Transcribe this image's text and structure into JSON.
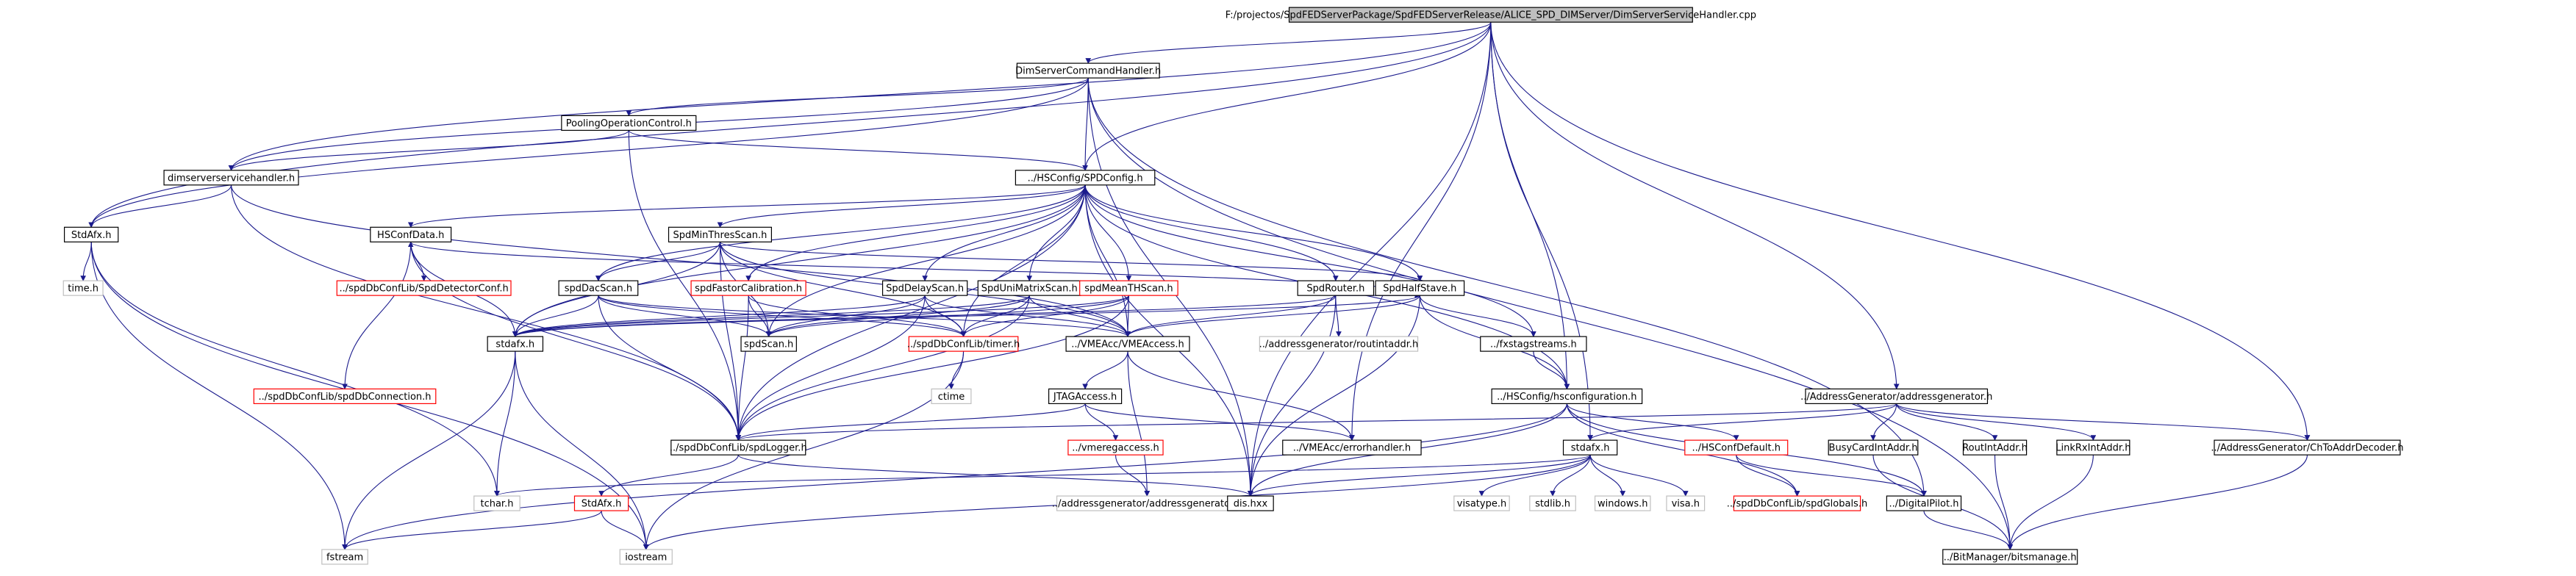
{
  "colors": {
    "edge": "#1a1a8c",
    "root_fill": "#bfbfbf",
    "root_border": "#000000",
    "node_border": "#000000",
    "missing_border": "#ff0000",
    "leaf_border": "#bfbfbf",
    "fill": "#ffffff",
    "text": "#000000"
  },
  "nodes": [
    {
      "id": "root",
      "label": "F:/projectos/SpdFEDServerPackage/SpdFEDServerRelease/ALICE_SPD_DIMServer/DimServerServiceHandler.cpp",
      "kind": "root"
    },
    {
      "id": "dimcmd",
      "label": "DimServerCommandHandler.h",
      "kind": "normal"
    },
    {
      "id": "pooling",
      "label": "PoolingOperationControl.h",
      "kind": "normal"
    },
    {
      "id": "dimsvc",
      "label": "dimserverservicehandler.h",
      "kind": "normal"
    },
    {
      "id": "stdafx1",
      "label": "StdAfx.h",
      "kind": "normal"
    },
    {
      "id": "timeh",
      "label": "time.h",
      "kind": "leaf"
    },
    {
      "id": "spdconfig",
      "label": "../HSConfig/SPDConfig.h",
      "kind": "normal"
    },
    {
      "id": "hsconfdata",
      "label": "HSConfData.h",
      "kind": "normal"
    },
    {
      "id": "spddetconf",
      "label": "../spdDbConfLib/SpdDetectorConf.h",
      "kind": "missing"
    },
    {
      "id": "spddbconn",
      "label": "../spdDbConfLib/spdDbConnection.h",
      "kind": "missing"
    },
    {
      "id": "spdminthres",
      "label": "SpdMinThresScan.h",
      "kind": "normal"
    },
    {
      "id": "spddacscan",
      "label": "spdDacScan.h",
      "kind": "normal"
    },
    {
      "id": "spdfastor",
      "label": "spdFastorCalibration.h",
      "kind": "missing"
    },
    {
      "id": "spddelay",
      "label": "SpdDelayScan.h",
      "kind": "normal"
    },
    {
      "id": "spdunimatrix",
      "label": "SpdUniMatrixScan.h",
      "kind": "normal"
    },
    {
      "id": "spdmeanth",
      "label": "spdMeanTHScan.h",
      "kind": "missing"
    },
    {
      "id": "spdrouter",
      "label": "SpdRouter.h",
      "kind": "normal"
    },
    {
      "id": "spdhalfstave",
      "label": "SpdHalfStave.h",
      "kind": "normal"
    },
    {
      "id": "stdafx2",
      "label": "stdafx.h",
      "kind": "normal"
    },
    {
      "id": "spdscan",
      "label": "spdScan.h",
      "kind": "normal"
    },
    {
      "id": "timerh",
      "label": "../spdDbConfLib/timer.h",
      "kind": "missing"
    },
    {
      "id": "vmeaccess",
      "label": "../VMEAcc/VMEAccess.h",
      "kind": "normal"
    },
    {
      "id": "routintaddr",
      "label": "../addressgenerator/routintaddr.h",
      "kind": "leaf"
    },
    {
      "id": "fstreamsfx",
      "label": "../fxstagstreams.h",
      "kind": "normal"
    },
    {
      "id": "ctime",
      "label": "ctime",
      "kind": "leaf"
    },
    {
      "id": "jtag",
      "label": "JTAGAccess.h",
      "kind": "normal"
    },
    {
      "id": "hsconfig",
      "label": "../HSConfig/hsconfiguration.h",
      "kind": "normal"
    },
    {
      "id": "addrgen",
      "label": "../AddressGenerator/addressgenerator.h",
      "kind": "normal"
    },
    {
      "id": "spdlogger",
      "label": "../spdDbConfLib/spdLogger.h",
      "kind": "normal"
    },
    {
      "id": "vmeregaccess",
      "label": "../vmeregaccess.h",
      "kind": "missing"
    },
    {
      "id": "vmeerror",
      "label": "../VMEAcc/errorhandler.h",
      "kind": "normal"
    },
    {
      "id": "stdafx3",
      "label": "stdafx.h",
      "kind": "normal"
    },
    {
      "id": "hsconfdefault",
      "label": "../HSConfDefault.h",
      "kind": "missing"
    },
    {
      "id": "busycard",
      "label": "BusyCardIntAddr.h",
      "kind": "normal"
    },
    {
      "id": "routintaddrh",
      "label": "RoutIntAddr.h",
      "kind": "normal"
    },
    {
      "id": "linkrx",
      "label": "LinkRxIntAddr.h",
      "kind": "normal"
    },
    {
      "id": "chtoaddr",
      "label": "../AddressGenerator/ChToAddrDecoder.h",
      "kind": "normal"
    },
    {
      "id": "stdafx4",
      "label": "StdAfx.h",
      "kind": "missing"
    },
    {
      "id": "addrgen2",
      "label": "../addressgenerator/addressgenerator.h",
      "kind": "leaf"
    },
    {
      "id": "dishxx",
      "label": "dis.hxx",
      "kind": "normal"
    },
    {
      "id": "tcharh",
      "label": "tchar.h",
      "kind": "leaf"
    },
    {
      "id": "fstream",
      "label": "fstream",
      "kind": "leaf"
    },
    {
      "id": "iostream",
      "label": "iostream",
      "kind": "leaf"
    },
    {
      "id": "visatype",
      "label": "visatype.h",
      "kind": "leaf"
    },
    {
      "id": "stdlib",
      "label": "stdlib.h",
      "kind": "leaf"
    },
    {
      "id": "windows",
      "label": "windows.h",
      "kind": "leaf"
    },
    {
      "id": "visah",
      "label": "visa.h",
      "kind": "leaf"
    },
    {
      "id": "spdglobals",
      "label": "../spdDbConfLib/spdGlobals.h",
      "kind": "missing"
    },
    {
      "id": "digitalpilot",
      "label": "../DigitalPilot.h",
      "kind": "normal"
    },
    {
      "id": "bitsmanage",
      "label": "../BitManager/bitsmanage.h",
      "kind": "normal"
    }
  ],
  "edges": [
    [
      "root",
      "dimcmd"
    ],
    [
      "root",
      "dimsvc"
    ],
    [
      "root",
      "stdafx1"
    ],
    [
      "root",
      "spdconfig"
    ],
    [
      "root",
      "vmeerror"
    ],
    [
      "root",
      "dishxx"
    ],
    [
      "root",
      "addrgen"
    ],
    [
      "root",
      "chtoaddr"
    ],
    [
      "root",
      "stdafx3"
    ],
    [
      "root",
      "hsconfig"
    ],
    [
      "dimcmd",
      "pooling"
    ],
    [
      "dimcmd",
      "dimsvc"
    ],
    [
      "dimcmd",
      "stdafx1"
    ],
    [
      "dimcmd",
      "spdconfig"
    ],
    [
      "dimcmd",
      "digitalpilot"
    ],
    [
      "dimcmd",
      "bitsmanage"
    ],
    [
      "dimcmd",
      "dishxx"
    ],
    [
      "pooling",
      "dimsvc"
    ],
    [
      "pooling",
      "spdconfig"
    ],
    [
      "pooling",
      "spdlogger"
    ],
    [
      "dimsvc",
      "stdafx1"
    ],
    [
      "dimsvc",
      "spdlogger"
    ],
    [
      "dimsvc",
      "vmeaccess"
    ],
    [
      "stdafx1",
      "timeh"
    ],
    [
      "stdafx1",
      "iostream"
    ],
    [
      "stdafx1",
      "fstream"
    ],
    [
      "stdafx1",
      "tcharh"
    ],
    [
      "spdconfig",
      "hsconfdata"
    ],
    [
      "spdconfig",
      "spdminthres"
    ],
    [
      "spdconfig",
      "spddacscan"
    ],
    [
      "spdconfig",
      "spdfastor"
    ],
    [
      "spdconfig",
      "spddelay"
    ],
    [
      "spdconfig",
      "spdunimatrix"
    ],
    [
      "spdconfig",
      "spdmeanth"
    ],
    [
      "spdconfig",
      "spdrouter"
    ],
    [
      "spdconfig",
      "spdhalfstave"
    ],
    [
      "spdconfig",
      "stdafx2"
    ],
    [
      "spdconfig",
      "spdscan"
    ],
    [
      "spdconfig",
      "timerh"
    ],
    [
      "spdconfig",
      "vmeaccess"
    ],
    [
      "spdconfig",
      "fstreamsfx"
    ],
    [
      "spdconfig",
      "hsconfig"
    ],
    [
      "spdconfig",
      "dishxx"
    ],
    [
      "spdconfig",
      "spdlogger"
    ],
    [
      "hsconfdata",
      "spddetconf"
    ],
    [
      "hsconfdata",
      "spddbconn"
    ],
    [
      "hsconfdata",
      "spdlogger"
    ],
    [
      "hsconfdata",
      "stdafx2"
    ],
    [
      "spdminthres",
      "spddacscan"
    ],
    [
      "spdminthres",
      "stdafx2"
    ],
    [
      "spdminthres",
      "spdscan"
    ],
    [
      "spdminthres",
      "timerh"
    ],
    [
      "spdminthres",
      "vmeaccess"
    ],
    [
      "spdminthres",
      "spdlogger"
    ],
    [
      "spdminthres",
      "spdhalfstave"
    ],
    [
      "spddacscan",
      "stdafx2"
    ],
    [
      "spddacscan",
      "spdscan"
    ],
    [
      "spddacscan",
      "timerh"
    ],
    [
      "spddacscan",
      "vmeaccess"
    ],
    [
      "spddacscan",
      "spdlogger"
    ],
    [
      "spdfastor",
      "spdscan"
    ],
    [
      "spdfastor",
      "timerh"
    ],
    [
      "spdfastor",
      "spdlogger"
    ],
    [
      "spddelay",
      "stdafx2"
    ],
    [
      "spddelay",
      "spdscan"
    ],
    [
      "spddelay",
      "timerh"
    ],
    [
      "spddelay",
      "vmeaccess"
    ],
    [
      "spddelay",
      "spdlogger"
    ],
    [
      "spdunimatrix",
      "spdscan"
    ],
    [
      "spdunimatrix",
      "timerh"
    ],
    [
      "spdunimatrix",
      "vmeaccess"
    ],
    [
      "spdunimatrix",
      "spdlogger"
    ],
    [
      "spdunimatrix",
      "stdafx2"
    ],
    [
      "spdmeanth",
      "spdscan"
    ],
    [
      "spdmeanth",
      "timerh"
    ],
    [
      "spdmeanth",
      "vmeaccess"
    ],
    [
      "spdmeanth",
      "spdlogger"
    ],
    [
      "spdmeanth",
      "stdafx2"
    ],
    [
      "spdrouter",
      "routintaddr"
    ],
    [
      "spdrouter",
      "vmeaccess"
    ],
    [
      "spdrouter",
      "dishxx"
    ],
    [
      "spdrouter",
      "stdafx2"
    ],
    [
      "spdrouter",
      "spdhalfstave"
    ],
    [
      "spdhalfstave",
      "fstreamsfx"
    ],
    [
      "spdhalfstave",
      "vmeaccess"
    ],
    [
      "spdhalfstave",
      "hsconfig"
    ],
    [
      "spdhalfstave",
      "stdafx2"
    ],
    [
      "spdhalfstave",
      "dishxx"
    ],
    [
      "spdhalfstave",
      "hsconfdata"
    ],
    [
      "stdafx2",
      "tcharh"
    ],
    [
      "stdafx2",
      "iostream"
    ],
    [
      "stdafx2",
      "fstream"
    ],
    [
      "timerh",
      "ctime"
    ],
    [
      "timerh",
      "iostream"
    ],
    [
      "vmeaccess",
      "jtag"
    ],
    [
      "vmeaccess",
      "vmeerror"
    ],
    [
      "vmeaccess",
      "addrgen2"
    ],
    [
      "fstreamsfx",
      "hsconfig"
    ],
    [
      "jtag",
      "vmeregaccess"
    ],
    [
      "jtag",
      "vmeerror"
    ],
    [
      "jtag",
      "spdlogger"
    ],
    [
      "hsconfig",
      "hsconfdefault"
    ],
    [
      "hsconfig",
      "digitalpilot"
    ],
    [
      "hsconfig",
      "spdglobals"
    ],
    [
      "hsconfig",
      "dishxx"
    ],
    [
      "hsconfig",
      "fstream"
    ],
    [
      "addrgen",
      "busycard"
    ],
    [
      "addrgen",
      "routintaddrh"
    ],
    [
      "addrgen",
      "linkrx"
    ],
    [
      "addrgen",
      "chtoaddr"
    ],
    [
      "addrgen",
      "stdafx3"
    ],
    [
      "addrgen",
      "spdlogger"
    ],
    [
      "spdlogger",
      "stdafx4"
    ],
    [
      "spdlogger",
      "dishxx"
    ],
    [
      "vmeregaccess",
      "addrgen2"
    ],
    [
      "stdafx3",
      "tcharh"
    ],
    [
      "stdafx3",
      "visatype"
    ],
    [
      "stdafx3",
      "stdlib"
    ],
    [
      "stdafx3",
      "windows"
    ],
    [
      "stdafx3",
      "visah"
    ],
    [
      "stdafx3",
      "dishxx"
    ],
    [
      "stdafx3",
      "iostream"
    ],
    [
      "hsconfdefault",
      "spdglobals"
    ],
    [
      "hsconfdefault",
      "digitalpilot"
    ],
    [
      "busycard",
      "bitsmanage"
    ],
    [
      "routintaddrh",
      "bitsmanage"
    ],
    [
      "linkrx",
      "bitsmanage"
    ],
    [
      "chtoaddr",
      "bitsmanage"
    ],
    [
      "digitalpilot",
      "bitsmanage"
    ],
    [
      "stdafx4",
      "fstream"
    ],
    [
      "stdafx4",
      "iostream"
    ]
  ]
}
